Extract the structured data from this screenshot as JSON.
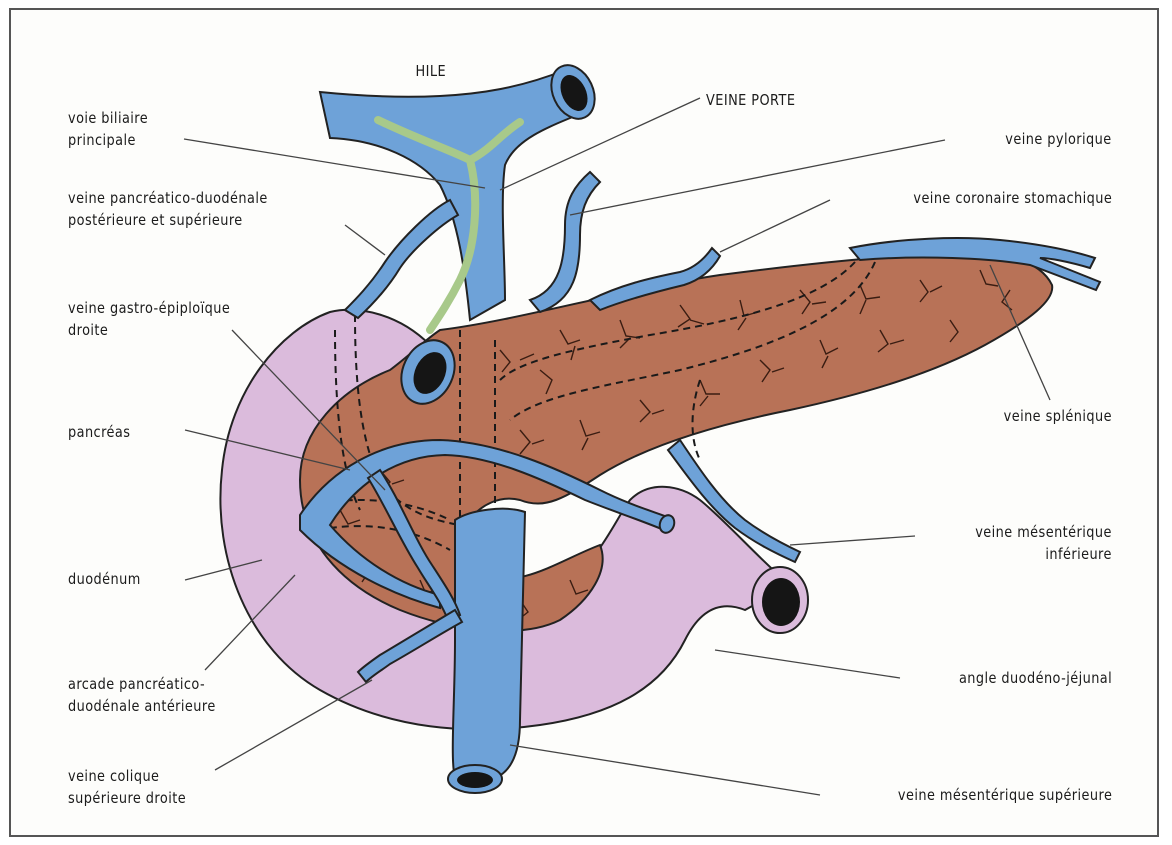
{
  "colors": {
    "vein": "#6ea2d8",
    "pancreas": "#b87257",
    "duodenum": "#dbbbdc",
    "bile_duct": "#a8c98a"
  },
  "labels": {
    "hile": "HILE",
    "veine_porte": "VEINE PORTE",
    "voie_biliaire": "voie biliaire\nprincipale",
    "veine_pd_post": "veine pancréatico-duodénale\npostérieure et supérieure",
    "veine_gastro": "veine gastro-épiploïque\ndroite",
    "pancreas": "pancréas",
    "duodenum": "duodénum",
    "arcade": "arcade pancréatico-\nduodénale antérieure",
    "veine_colique": "veine colique\nsupérieure droite",
    "veine_pylorique": "veine pylorique",
    "veine_coronaire": "veine coronaire stomachique",
    "veine_splenique": "veine splénique",
    "veine_mes_inf": "veine mésentérique\ninférieure",
    "angle": "angle duodéno-jéjunal",
    "veine_mes_sup": "veine mésentérique supérieure"
  }
}
